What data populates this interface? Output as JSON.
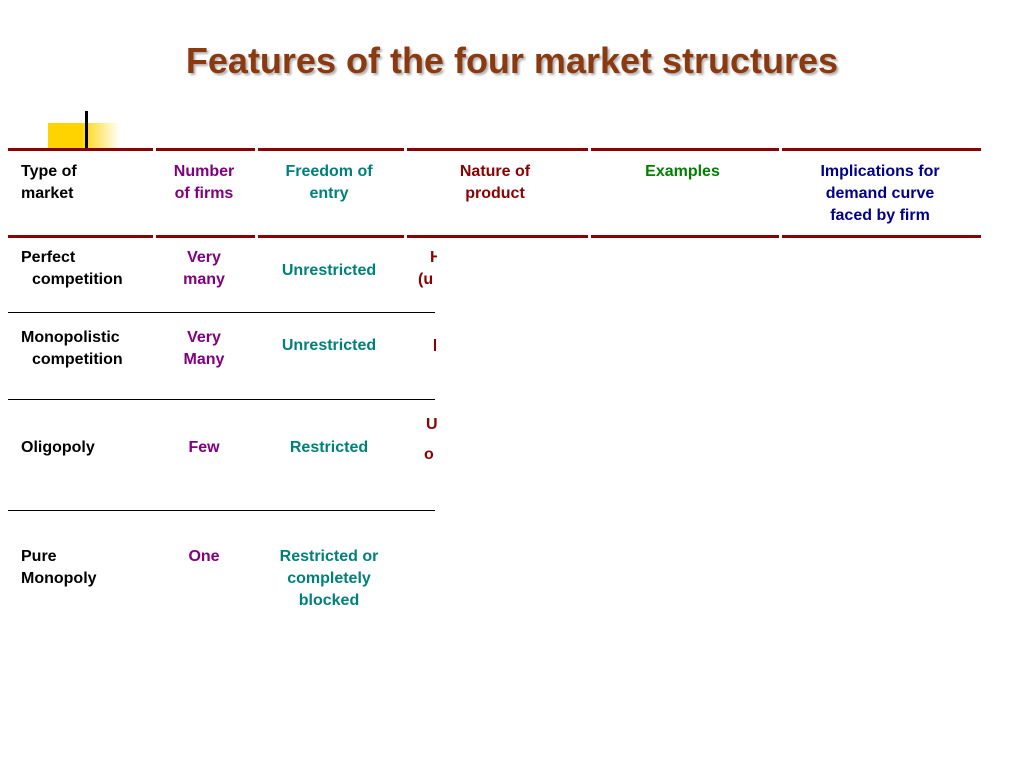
{
  "title": "Features of the four market structures",
  "colors": {
    "title": "#8B3A10",
    "rule": "#8B0000",
    "type_col": "#000000",
    "number_col": "#800080",
    "freedom_col": "#00807A",
    "nature_col": "#8B0000",
    "examples_col": "#008000",
    "implications_col": "#00008B"
  },
  "headers": {
    "type": [
      "Type of",
      "market"
    ],
    "number": [
      "Number",
      "of firms"
    ],
    "freedom": [
      "Freedom of",
      "entry"
    ],
    "nature": [
      "Nature of",
      "product"
    ],
    "examples": [
      "Examples"
    ],
    "implications": [
      "Implications for",
      "demand curve",
      "faced by firm"
    ]
  },
  "rows": [
    {
      "type": [
        "Perfect",
        "competition"
      ],
      "number": [
        "Very",
        "many"
      ],
      "freedom": [
        "Unrestricted"
      ],
      "nature_fragments": [
        "H",
        "(u"
      ]
    },
    {
      "type": [
        "Monopolistic",
        "competition"
      ],
      "number": [
        "Very",
        "Many"
      ],
      "freedom": [
        "Unrestricted"
      ],
      "nature_fragments": []
    },
    {
      "type": [
        "Oligopoly"
      ],
      "number": [
        "Few"
      ],
      "freedom": [
        "Restricted"
      ],
      "nature_fragments": [
        "U",
        "o"
      ]
    },
    {
      "type": [
        "Pure",
        "Monopoly"
      ],
      "number": [
        "One"
      ],
      "freedom": [
        "Restricted or",
        "completely",
        "blocked"
      ],
      "nature_fragments": []
    }
  ]
}
